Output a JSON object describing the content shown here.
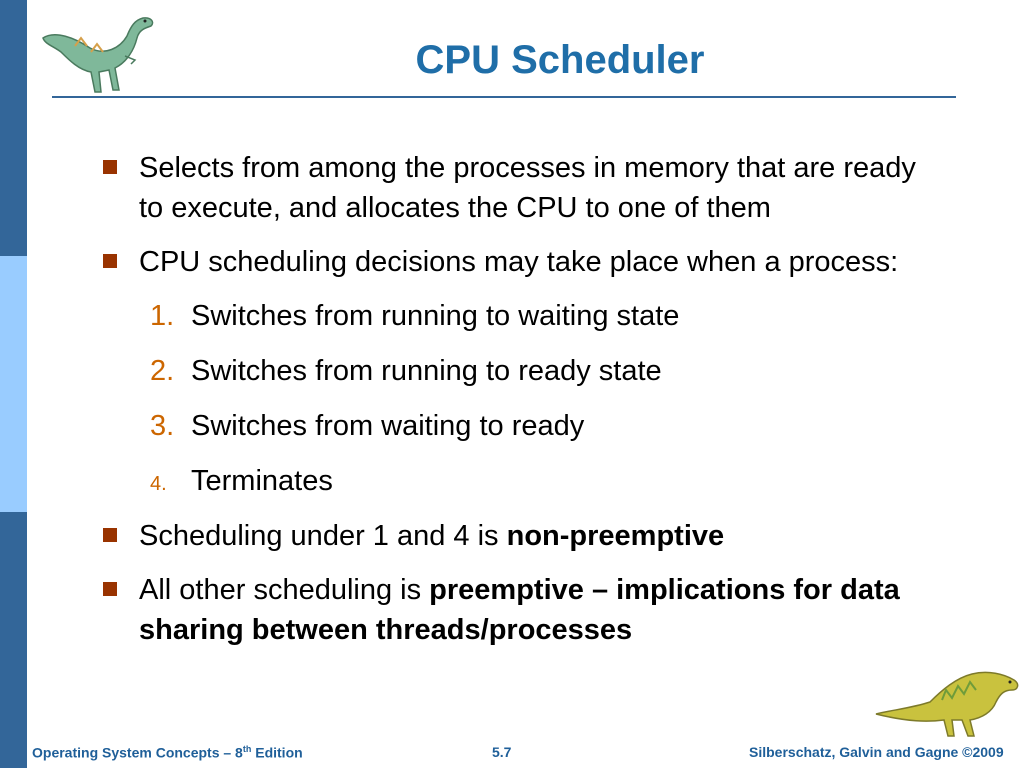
{
  "slide": {
    "title": "CPU Scheduler",
    "bullets": [
      {
        "text": "Selects from among the processes in memory that are ready to execute, and allocates the CPU to one of them"
      },
      {
        "text": "CPU scheduling decisions may take place when a process:"
      },
      {
        "text_before": "Scheduling under 1 and 4 is ",
        "bold": "non-preemptive"
      },
      {
        "text_before": "All other scheduling is ",
        "bold": "preemptive – implications for data sharing between threads/processes"
      }
    ],
    "numbered": [
      {
        "num": "1.",
        "text": "Switches from running to waiting state"
      },
      {
        "num": "2.",
        "text": "Switches from running to ready state"
      },
      {
        "num": "3.",
        "text": "Switches from waiting to ready"
      },
      {
        "num": "4.",
        "text": "Terminates"
      }
    ]
  },
  "footer": {
    "left_main": "Operating System Concepts – 8",
    "left_sup": "th",
    "left_tail": " Edition",
    "center": "5.7",
    "right": "Silberschatz, Galvin and Gagne ©2009"
  },
  "colors": {
    "title": "#1f6ea8",
    "bullet_marker": "#993300",
    "number": "#cc6600",
    "sidebar_dark": "#336699",
    "sidebar_light": "#99ccff"
  }
}
